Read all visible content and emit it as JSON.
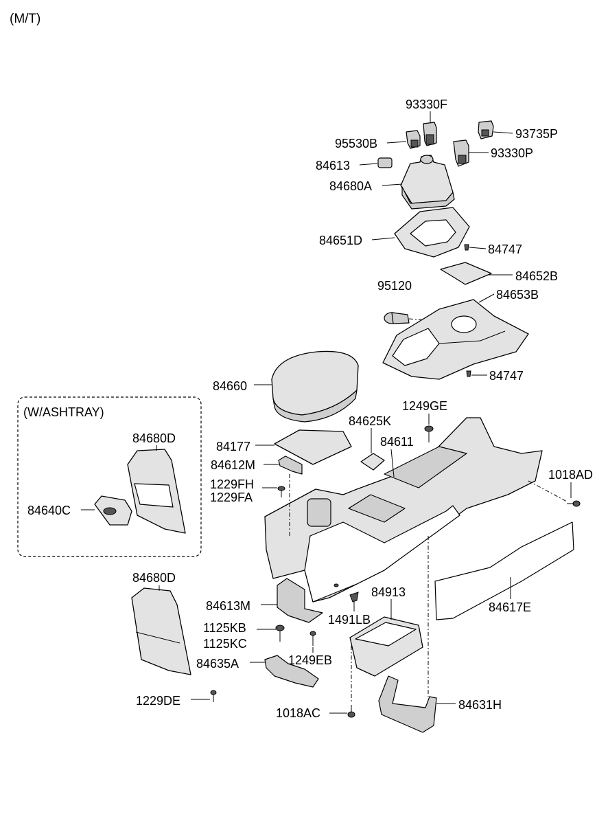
{
  "header": {
    "variant": "(M/T)"
  },
  "inset": {
    "title": "(W/ASHTRAY)"
  },
  "parts": {
    "p93330F": "93330F",
    "p95530B": "95530B",
    "p93735P": "93735P",
    "p93330P": "93330P",
    "p84613": "84613",
    "p84680A": "84680A",
    "p84651D": "84651D",
    "p84747a": "84747",
    "p84652B": "84652B",
    "p95120": "95120",
    "p84653B": "84653B",
    "p84747b": "84747",
    "p84660": "84660",
    "p84625K": "84625K",
    "p1249GE": "1249GE",
    "p84177": "84177",
    "p84611": "84611",
    "p84612M": "84612M",
    "p1018AD": "1018AD",
    "p1229FH": "1229FH",
    "p1229FA": "1229FA",
    "p84680Dinset": "84680D",
    "p84640C": "84640C",
    "p84680D": "84680D",
    "p84913": "84913",
    "p84613M": "84613M",
    "p1491LB": "1491LB",
    "p84617E": "84617E",
    "p1125KB": "1125KB",
    "p1125KC": "1125KC",
    "p1249EB": "1249EB",
    "p84635A": "84635A",
    "p1229DE": "1229DE",
    "p1018AC": "1018AC",
    "p84631H": "84631H"
  }
}
